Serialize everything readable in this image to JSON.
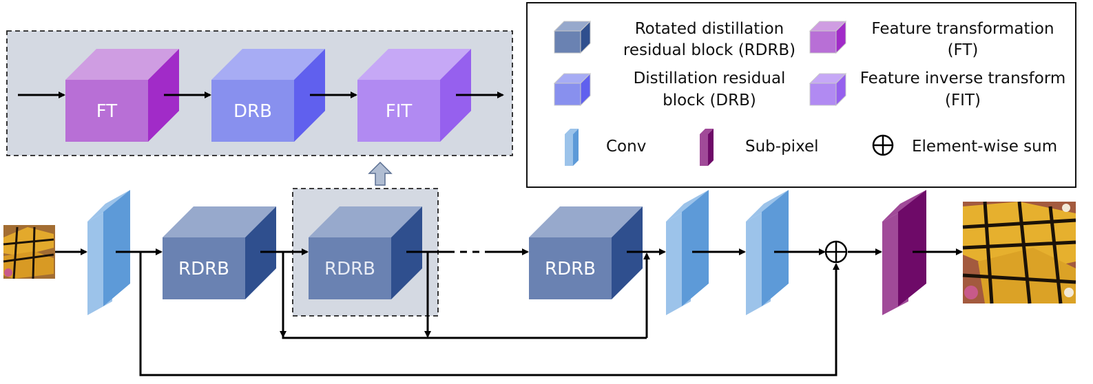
{
  "detail": {
    "blocks": [
      {
        "label": "FT"
      },
      {
        "label": "DRB"
      },
      {
        "label": "FIT"
      }
    ]
  },
  "main": {
    "blocks": [
      {
        "label": "RDRB"
      },
      {
        "label": "RDRB"
      },
      {
        "label": "RDRB"
      }
    ]
  },
  "legend": {
    "rdrb": {
      "line1": "Rotated distillation",
      "line2": "residual block (RDRB)"
    },
    "drb": {
      "line1": "Distillation residual",
      "line2": "block (DRB)"
    },
    "ft": {
      "line1": "Feature transformation",
      "line2": "(FT)"
    },
    "fit": {
      "line1": "Feature inverse transform",
      "line2": "(FIT)"
    },
    "conv": "Conv",
    "subpixel": "Sub-pixel",
    "sum": "Element-wise sum"
  },
  "colors": {
    "rdrb_front": "#6a82b2",
    "rdrb_top": "#97a9cc",
    "rdrb_side": "#2f4f8e",
    "drb_front": "#8890ee",
    "drb_top": "#a7acf4",
    "drb_side": "#6060ee",
    "ft_front": "#b86fd6",
    "ft_top": "#cf9de2",
    "ft_side": "#a12bc8",
    "fit_front": "#b18af2",
    "fit_top": "#c6a8f6",
    "fit_side": "#9660ee",
    "conv_front": "#5d9ad8",
    "conv_light": "#9cc3ea",
    "subpixel_front": "#6e0a68",
    "subpixel_light": "#a04a98",
    "panel_bg": "#d4d9e2"
  }
}
